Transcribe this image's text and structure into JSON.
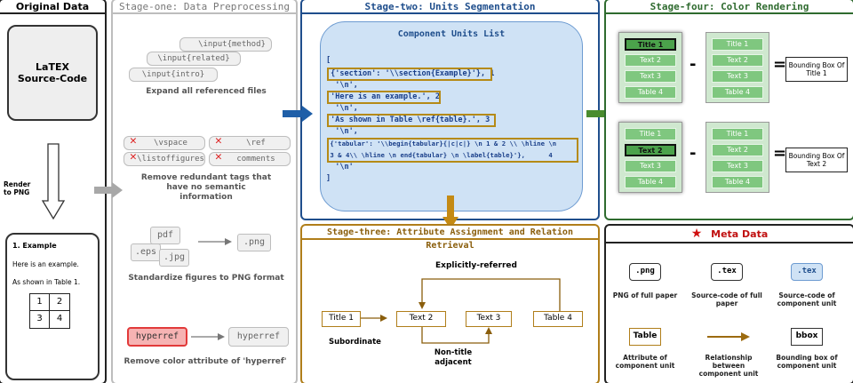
{
  "original": {
    "title": "Original Data",
    "latex_box": "LaTEX Source-Code",
    "render_label": "Render to PNG",
    "example_title": "1. Example",
    "example_line1": "Here is an example.",
    "example_line2": "As shown in Table 1.",
    "table_cells": [
      "1",
      "2",
      "3",
      "4"
    ]
  },
  "stage1": {
    "title": "Stage-one: Data Preprocessing",
    "inputs": [
      "\\input{method}",
      "\\input{related}",
      "\\input{intro}"
    ],
    "caption1": "Expand all referenced files",
    "removed_tags": [
      "\\vspace",
      "\\ref",
      "\\listoffigures",
      "comments"
    ],
    "caption2": "Remove redundant tags that have no semantic information",
    "figure_formats": [
      "pdf",
      ".eps",
      ".jpg"
    ],
    "png_label": ".png",
    "caption3": "Standardize figures to PNG format",
    "hyperref_in": "hyperref",
    "hyperref_out": "hyperref",
    "caption4": "Remove color attribute of 'hyperref'"
  },
  "stage2": {
    "title": "Stage-two: Units Segmentation",
    "list_title": "Component Units List",
    "code_lines": [
      "[",
      " {'section': '\\\\section{Example}'}, 1",
      "  '\\n',",
      " 'Here is an example.', 2",
      "  '\\n',",
      " 'As shown in Table \\ref{table}.', 3",
      "  '\\n',",
      " {'tabular': '\\\\begin{tabular}{|c|c|} \\n 1 & 2 \\\\ \\hline \\n",
      " 3 & 4\\\\ \\hline \\n end{tabular} \\n \\label{table}'},      4",
      "  '\\n'",
      "]"
    ]
  },
  "stage3": {
    "title": "Stage-three: Attribute Assignment and Relation Retrieval",
    "nodes": [
      "Title 1",
      "Text 2",
      "Text 3",
      "Table 4"
    ],
    "label_explicit": "Explicitly-referred",
    "label_subordinate": "Subordinate",
    "label_adjacent": "Non-title adjacent"
  },
  "stage4": {
    "title": "Stage-four: Color Rendering",
    "rows": [
      "Title 1",
      "Text 2",
      "Text 3",
      "Table 4"
    ],
    "minus": "-",
    "equals": "=",
    "result1": "Bounding Box Of Title 1",
    "result2": "Bounding Box Of Text 2"
  },
  "meta": {
    "title": "Meta Data",
    "items": [
      {
        "box": ".png",
        "caption": "PNG of full paper"
      },
      {
        "box": ".tex",
        "caption": "Source-code of full paper"
      },
      {
        "box": ".tex",
        "caption": "Source-code of component unit"
      },
      {
        "box": "Table",
        "caption": "Attribute of component unit"
      },
      {
        "box": "",
        "caption": "Relationship between component unit"
      },
      {
        "box": "bbox",
        "caption": "Bounding box of component unit"
      }
    ]
  },
  "colors": {
    "stage2_border": "#1f4e8c",
    "list_bg": "#cfe2f5",
    "stage3_border": "#b07e1a",
    "stage4_border": "#2f6b2f",
    "green": "#7fc77f",
    "red_star": "#d01010"
  }
}
